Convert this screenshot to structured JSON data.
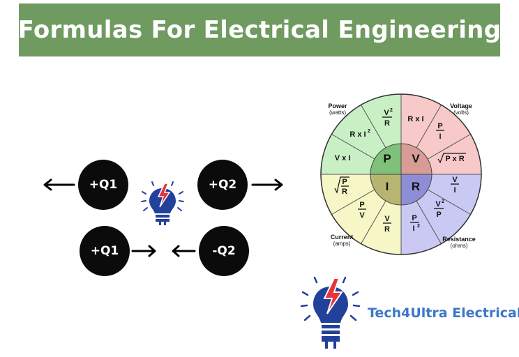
{
  "title": "Formulas For Electrical Engineering",
  "charges": {
    "top_left": "+Q1",
    "top_right": "+Q2",
    "bottom_left": "+Q1",
    "bottom_right": "-Q2"
  },
  "wheel": {
    "center": {
      "p": "P",
      "v": "V",
      "i": "I",
      "r": "R"
    },
    "quadrant_labels": {
      "power": "Power",
      "power_unit": "(watts)",
      "voltage": "Voltage",
      "voltage_unit": "(volts)",
      "current": "Current",
      "current_unit": "(amps)",
      "resistance": "Resistance",
      "resistance_unit": "(ohms)"
    },
    "formulas": {
      "power_v2_r": {
        "num": "V",
        "den": "R",
        "sup": "2"
      },
      "power_r_i2": {
        "text": "R x I",
        "sup": "2"
      },
      "power_v_i": "V x I",
      "voltage_r_i": "R x I",
      "voltage_p_i": {
        "num": "P",
        "den": "I"
      },
      "voltage_sqrt": "P x R",
      "current_sqrt": {
        "num": "P",
        "den": "R"
      },
      "current_p_v": {
        "num": "P",
        "den": "V"
      },
      "current_v_r": {
        "num": "V",
        "den": "R"
      },
      "resistance_v_i": {
        "num": "V",
        "den": "I"
      },
      "resistance_v2_p": {
        "num": "V",
        "den": "P",
        "sup": "2"
      },
      "resistance_p_i2": {
        "num": "P",
        "den": "I",
        "sup": "2"
      }
    }
  },
  "brand": {
    "name": "Tech4Ultra Electrical"
  },
  "colors": {
    "banner": "#6f9a60",
    "brand_blue": "#3c78c8",
    "bulb_blue": "#22419a",
    "bolt_red": "#e8343a",
    "power_green": "#c9efc5",
    "voltage_red": "#f7c9c9",
    "current_yellow": "#f6f6c6",
    "resistance_blue": "#c9c9f4"
  }
}
